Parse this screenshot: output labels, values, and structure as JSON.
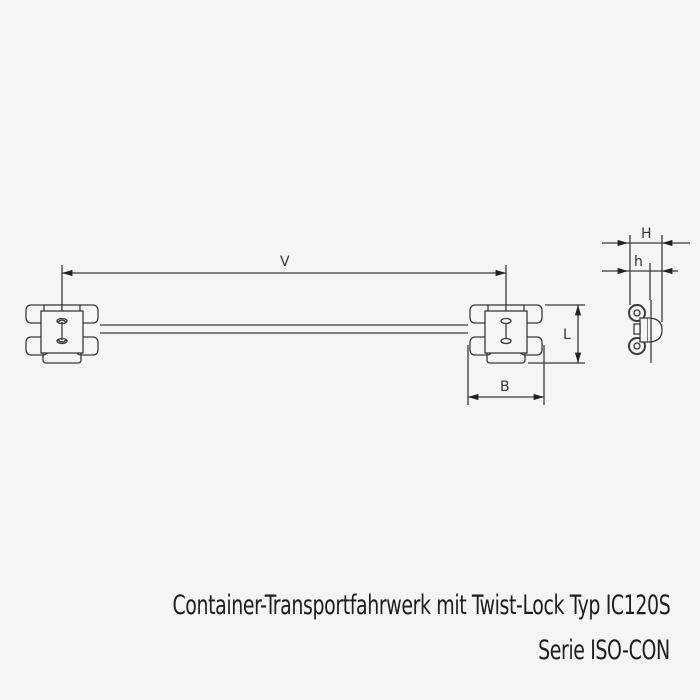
{
  "drawing": {
    "dimensions": {
      "V": "V",
      "L": "L",
      "B": "B",
      "H": "H",
      "h": "h"
    }
  },
  "caption": {
    "line1": "Container-Transportfahrwerk mit Twist-Lock Typ IC120S",
    "line2": "Serie ISO-CON"
  },
  "colors": {
    "background": "#f5f5f5",
    "line": "#3a3a3a",
    "text": "#1c1c1c"
  }
}
